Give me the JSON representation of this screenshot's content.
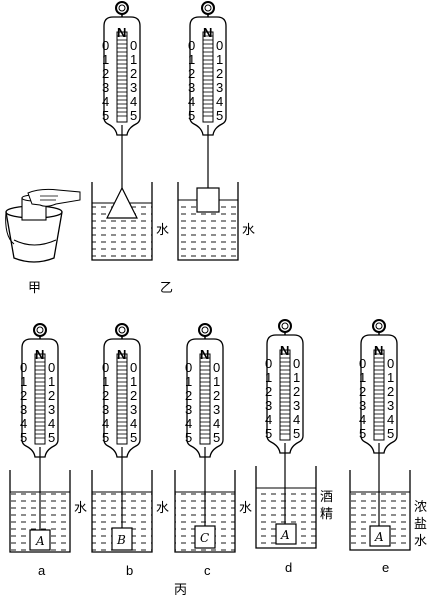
{
  "top": {
    "label_jia": "甲",
    "label_yi": "乙",
    "liquid_1": "水",
    "liquid_2": "水"
  },
  "bottom": {
    "label_bing": "丙",
    "setups": [
      {
        "letter": "a",
        "block": "A",
        "liquid": [
          "水"
        ]
      },
      {
        "letter": "b",
        "block": "B",
        "liquid": [
          "水"
        ]
      },
      {
        "letter": "c",
        "block": "C",
        "liquid": [
          "水"
        ]
      },
      {
        "letter": "d",
        "block": "A",
        "liquid": [
          "酒",
          "精"
        ]
      },
      {
        "letter": "e",
        "block": "A",
        "liquid": [
          "浓",
          "盐",
          "水"
        ]
      }
    ]
  },
  "scale": {
    "unit": "N",
    "ticks": [
      "0",
      "1",
      "2",
      "3",
      "4",
      "5"
    ]
  }
}
